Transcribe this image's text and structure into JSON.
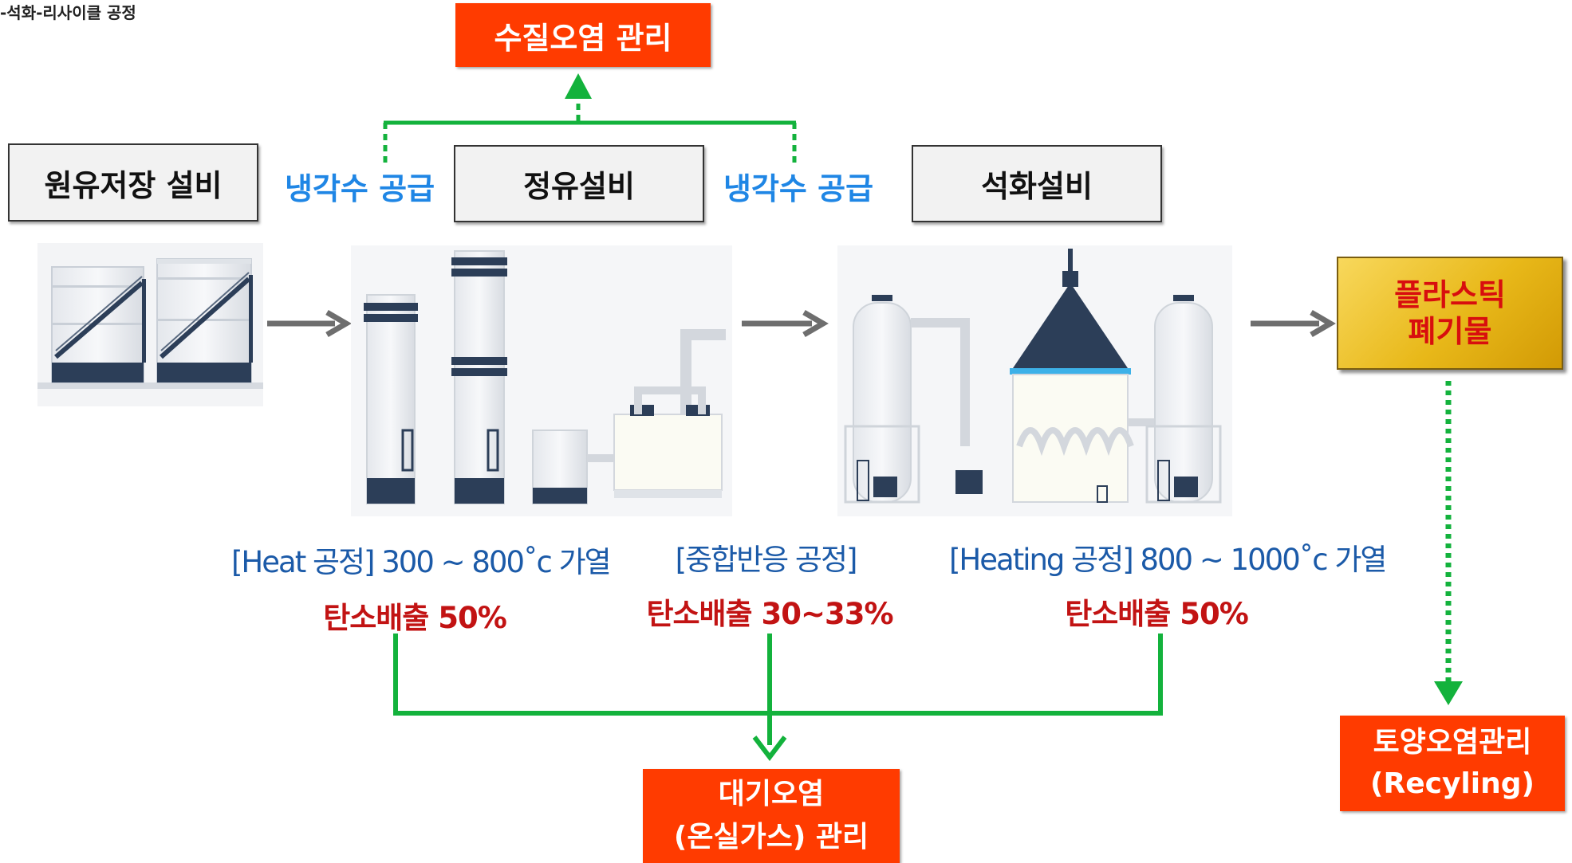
{
  "caption": "-석화-리사이클 공정",
  "top_box": {
    "label": "수질오염 관리"
  },
  "stages": {
    "storage": "원유저장 설비",
    "refinery": "정유설비",
    "petrochem": "석화설비"
  },
  "coolant": {
    "left": "냉각수 공급",
    "right": "냉각수 공급"
  },
  "processes": [
    {
      "name": "[Heat 공정] 300 ~ 800˚c 가열",
      "emission": "탄소배출 50%"
    },
    {
      "name": "[중합반응 공정]",
      "emission": "탄소배출 30~33%"
    },
    {
      "name": "[Heating 공정] 800 ~ 1000˚c 가열",
      "emission": "탄소배출 50%"
    }
  ],
  "plastic_waste": {
    "line1": "플라스틱",
    "line2": "폐기물"
  },
  "air_box": {
    "line1": "대기오염",
    "line2": "(온실가스) 관리"
  },
  "soil_box": {
    "line1": "토양오염관리",
    "line2": "(Recyling)"
  },
  "colors": {
    "red": "#ff3b00",
    "green": "#13b23c",
    "blue_label": "#1f86e5",
    "process_blue": "#1b5aa8",
    "emission_red": "#c21313",
    "gold": "#e8b819",
    "arrow_gray": "#6e6e6e",
    "tank_navy": "#2c3e58"
  },
  "icons": [
    "storage-tank-icon",
    "refinery-plant-icon",
    "petrochemical-plant-icon"
  ]
}
